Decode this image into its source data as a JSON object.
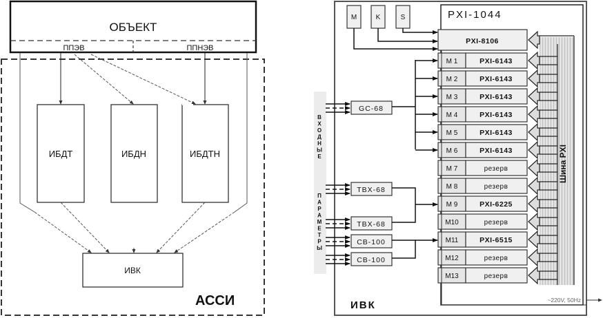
{
  "left_diagram": {
    "object_label": "ОБЪЕКТ",
    "ppev_label": "ППЭВ",
    "ppnev_label": "ППНЭВ",
    "blocks": [
      "ИБДТ",
      "ИБДН",
      "ИБДТН"
    ],
    "ivk_label": "ИВК",
    "system_label": "АССИ"
  },
  "right_diagram": {
    "ivk_label": "ИВК",
    "chassis_label": "PXI-1044",
    "controller_label": "PXI-8106",
    "top_modules": [
      "M",
      "K",
      "S"
    ],
    "bus_label": "Шина PXI",
    "power_label": "~220V, 50Hz",
    "inputs_label_top": "ВХОДНЫЕ",
    "inputs_label_bottom": "ПАРАМЕТРЫ",
    "terminal_blocks": [
      "GC-68",
      "TBX-68",
      "TBX-68",
      "CB-100",
      "CB-100"
    ],
    "slots": [
      {
        "slot": "M 1",
        "module": "PXI-6143",
        "bold": true
      },
      {
        "slot": "M 2",
        "module": "PXI-6143",
        "bold": true
      },
      {
        "slot": "M 3",
        "module": "PXI-6143",
        "bold": true
      },
      {
        "slot": "M 4",
        "module": "PXI-6143",
        "bold": true
      },
      {
        "slot": "M 5",
        "module": "PXI-6143",
        "bold": true
      },
      {
        "slot": "M 6",
        "module": "PXI-6143",
        "bold": true
      },
      {
        "slot": "M 7",
        "module": "резерв",
        "bold": false
      },
      {
        "slot": "M 8",
        "module": "резерв",
        "bold": false
      },
      {
        "slot": "M 9",
        "module": "PXI-6225",
        "bold": true
      },
      {
        "slot": "M10",
        "module": "резерв",
        "bold": false
      },
      {
        "slot": "M11",
        "module": "PXI-6515",
        "bold": true
      },
      {
        "slot": "M12",
        "module": "резерв",
        "bold": false
      },
      {
        "slot": "M13",
        "module": "резерв",
        "bold": false
      }
    ]
  }
}
